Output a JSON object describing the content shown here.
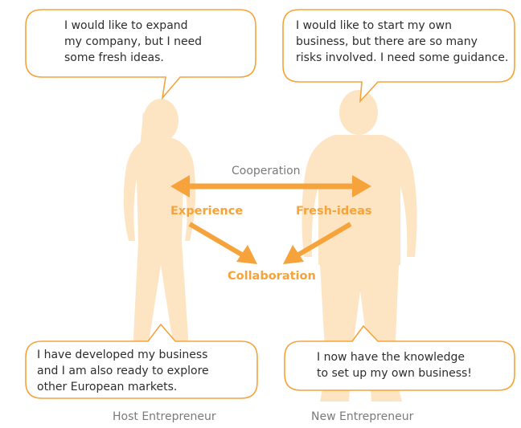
{
  "bubbles": {
    "top_left": "I would like to expand\nmy company, but I need\nsome fresh ideas.",
    "top_right": "I would like to start my own\nbusiness, but there are so many\nrisks involved. I need some guidance.",
    "bottom_left": "I have developed my business\nand I am also ready to explore\nother European markets.",
    "bottom_right": "I now have the knowledge\nto set up my own business!"
  },
  "diagram": {
    "cooperation": "Cooperation",
    "experience": "Experience",
    "fresh_ideas": "Fresh-ideas",
    "collaboration": "Collaboration"
  },
  "footer": {
    "host": "Host Entrepreneur",
    "new": "New Entrepreneur"
  },
  "colors": {
    "accent": "#f5a33a",
    "silhouette": "#fde5c3",
    "bubble_border": "#f5a33a",
    "text": "#2d2d2d",
    "label_grey": "#7a7a7a"
  }
}
